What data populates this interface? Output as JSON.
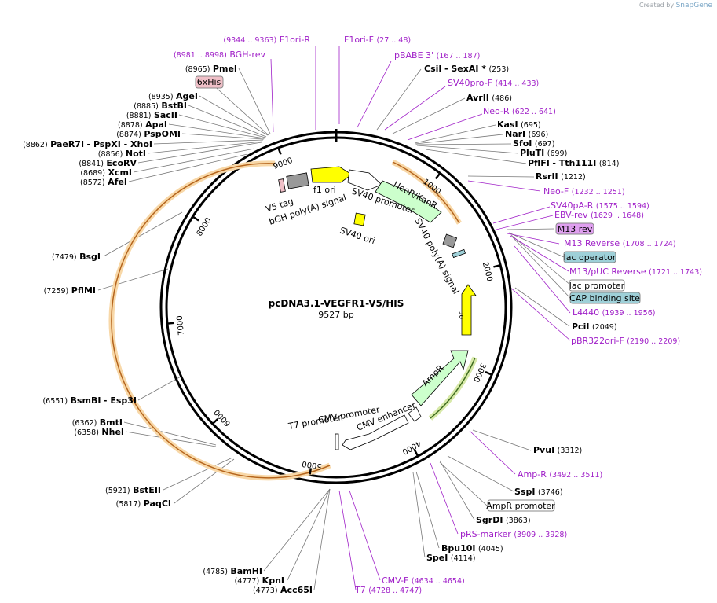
{
  "app": {
    "credit_prefix": "Created by",
    "brand": "SnapGene"
  },
  "plasmid": {
    "name": "pcDNA3.1-VEGFR1-V5/HIS",
    "size_label": "9527 bp",
    "length": 9527
  },
  "colors": {
    "enzyme_line": "#777777",
    "primer": "#a020c8",
    "backbone": "#000000",
    "feature_yellow": "#ffff00",
    "feature_green": "#ccffcc",
    "feature_gray": "#999999",
    "feature_orange": "#f8d8a8",
    "box_blue": "#9ed0d8",
    "box_purple": "#e0a0f0",
    "box_pink": "#f0c0c8"
  },
  "ticks": [
    {
      "pos": 1000,
      "label": "1000"
    },
    {
      "pos": 2000,
      "label": "2000"
    },
    {
      "pos": 3000,
      "label": "3000"
    },
    {
      "pos": 4000,
      "label": "4000"
    },
    {
      "pos": 5000,
      "label": "5000"
    },
    {
      "pos": 6000,
      "label": "6000"
    },
    {
      "pos": 7000,
      "label": "7000"
    },
    {
      "pos": 8000,
      "label": "8000"
    },
    {
      "pos": 9000,
      "label": "9000"
    }
  ],
  "features": [
    {
      "name": "f1 ori",
      "start": 9400,
      "end": 9527,
      "color": "#ffff00"
    },
    {
      "name": "SV40 promoter",
      "start": 130,
      "end": 460,
      "color": "#ffffff"
    },
    {
      "name": "NeoR/KanR",
      "start": 520,
      "end": 1300,
      "color": "#ccffcc"
    },
    {
      "name": "SV40 poly(A) signal",
      "start": 1480,
      "end": 1600,
      "color": "#999999"
    },
    {
      "name": "ori",
      "start": 2180,
      "end": 2770,
      "color": "#ffff00"
    },
    {
      "name": "AmpR",
      "start": 3100,
      "end": 3960,
      "color": "#ccffcc"
    },
    {
      "name": "CMV enhancer",
      "start": 4300,
      "end": 4640,
      "color": "#ffffff"
    },
    {
      "name": "CMV promoter",
      "start": 4640,
      "end": 4720,
      "color": "#ffffff"
    },
    {
      "name": "T7 promoter",
      "start": 4730,
      "end": 4750,
      "color": "#ffffff"
    },
    {
      "name": "bGH poly(A) signal",
      "start": 9100,
      "end": 9330,
      "color": "#999999"
    },
    {
      "name": "V5 tag",
      "start": 8970,
      "end": 9020,
      "color": "#f0c0c8"
    },
    {
      "name": "SV40 ori",
      "start": 300,
      "end": 400,
      "color": "#ffff00"
    }
  ],
  "labels": [
    {
      "text": "pcDNA3.1-VEGFR1-V5/HIS"
    }
  ],
  "enzymes_right": [
    {
      "name": "CsiI",
      "extra": "- SexAI *",
      "coord": "(253)"
    },
    {
      "name": "AvrII",
      "extra": "",
      "coord": "(486)"
    },
    {
      "name": "KasI",
      "extra": "",
      "coord": "(695)"
    },
    {
      "name": "NarI",
      "extra": "",
      "coord": "(696)"
    },
    {
      "name": "SfoI",
      "extra": "",
      "coord": "(697)"
    },
    {
      "name": "PluTI",
      "extra": "",
      "coord": "(699)"
    },
    {
      "name": "PflFI",
      "extra": "- Tth111I",
      "coord": "(814)"
    },
    {
      "name": "RsrII",
      "extra": "",
      "coord": "(1212)"
    },
    {
      "name": "PciI",
      "extra": "",
      "coord": "(2049)"
    },
    {
      "name": "PvuI",
      "extra": "",
      "coord": "(3312)"
    },
    {
      "name": "SspI",
      "extra": "",
      "coord": "(3746)"
    },
    {
      "name": "SgrDI",
      "extra": "",
      "coord": "(3863)"
    },
    {
      "name": "Bpu10I",
      "extra": "",
      "coord": "(4045)"
    },
    {
      "name": "SpeI",
      "extra": "",
      "coord": "(4114)"
    }
  ],
  "enzymes_left": [
    {
      "name": "PmeI",
      "coord": "(8965)"
    },
    {
      "name": "AgeI",
      "coord": "(8935)"
    },
    {
      "name": "BstBI",
      "coord": "(8885)"
    },
    {
      "name": "SacII",
      "coord": "(8881)"
    },
    {
      "name": "ApaI",
      "coord": "(8878)"
    },
    {
      "name": "PspOMI",
      "coord": "(8874)"
    },
    {
      "name": "PaeR7I",
      "extra": "- PspXI - XhoI",
      "coord": "(8862)"
    },
    {
      "name": "NotI",
      "coord": "(8856)"
    },
    {
      "name": "EcoRV",
      "coord": "(8841)"
    },
    {
      "name": "XcmI",
      "coord": "(8689)"
    },
    {
      "name": "AfeI",
      "coord": "(8572)"
    },
    {
      "name": "BsgI",
      "coord": "(7479)"
    },
    {
      "name": "PflMI",
      "coord": "(7259)"
    },
    {
      "name": "BsmBI",
      "extra": "- Esp3I",
      "coord": "(6551)"
    },
    {
      "name": "BmtI",
      "coord": "(6362)"
    },
    {
      "name": "NheI",
      "coord": "(6358)"
    },
    {
      "name": "BstEII",
      "coord": "(5921)"
    },
    {
      "name": "PaqCI",
      "coord": "(5817)"
    },
    {
      "name": "BamHI",
      "coord": "(4785)"
    },
    {
      "name": "KpnI",
      "coord": "(4777)"
    },
    {
      "name": "Acc65I",
      "coord": "(4773)"
    }
  ],
  "primers": [
    {
      "name": "F1ori-R",
      "coord": "(9344 .. 9363)"
    },
    {
      "name": "F1ori-F",
      "coord": "(27 .. 48)"
    },
    {
      "name": "BGH-rev",
      "coord": "(8981 .. 8998)"
    },
    {
      "name": "pBABE 3'",
      "coord": "(167 .. 187)"
    },
    {
      "name": "SV40pro-F",
      "coord": "(414 .. 433)"
    },
    {
      "name": "Neo-R",
      "coord": "(622 .. 641)"
    },
    {
      "name": "Neo-F",
      "coord": "(1232 .. 1251)"
    },
    {
      "name": "SV40pA-R",
      "coord": "(1575 .. 1594)"
    },
    {
      "name": "EBV-rev",
      "coord": "(1629 .. 1648)"
    },
    {
      "name": "M13 Reverse",
      "coord": "(1708 .. 1724)"
    },
    {
      "name": "M13/pUC Reverse",
      "coord": "(1721 .. 1743)"
    },
    {
      "name": "L4440",
      "coord": "(1939 .. 1956)"
    },
    {
      "name": "pBR322ori-F",
      "coord": "(2190 .. 2209)"
    },
    {
      "name": "Amp-R",
      "coord": "(3492 .. 3511)"
    },
    {
      "name": "pRS-marker",
      "coord": "(3909 .. 3928)"
    },
    {
      "name": "CMV-F",
      "coord": "(4634 .. 4654)"
    },
    {
      "name": "T7",
      "coord": "(4728 .. 4747)"
    }
  ],
  "boxes": [
    {
      "name": "6xHis"
    },
    {
      "name": "M13 rev"
    },
    {
      "name": "lac operator"
    },
    {
      "name": "lac promoter"
    },
    {
      "name": "CAP binding site"
    },
    {
      "name": "AmpR promoter"
    }
  ]
}
